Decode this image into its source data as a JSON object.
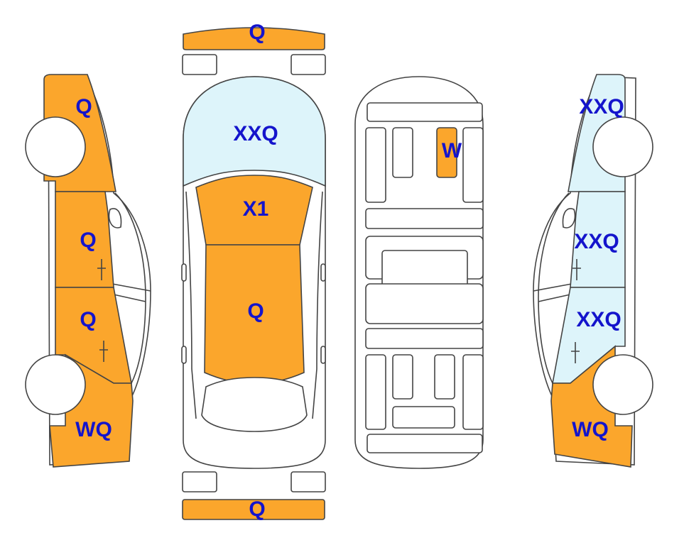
{
  "colors": {
    "orange": "#FBA62C",
    "lightblue": "#DDF4FA",
    "label": "#1414CC",
    "outline": "#444444"
  },
  "labels": {
    "front_bumper": "Q",
    "rear_bumper": "Q",
    "hood": "XXQ",
    "windshield_roof": "X1",
    "roof": "Q",
    "trunk_center": "W",
    "left_front_fender": "Q",
    "left_front_door": "Q",
    "left_rear_door": "Q",
    "left_rear_quarter": "WQ",
    "right_front_fender": "XXQ",
    "right_front_door": "XXQ",
    "right_rear_door": "XXQ",
    "right_rear_quarter": "WQ"
  }
}
